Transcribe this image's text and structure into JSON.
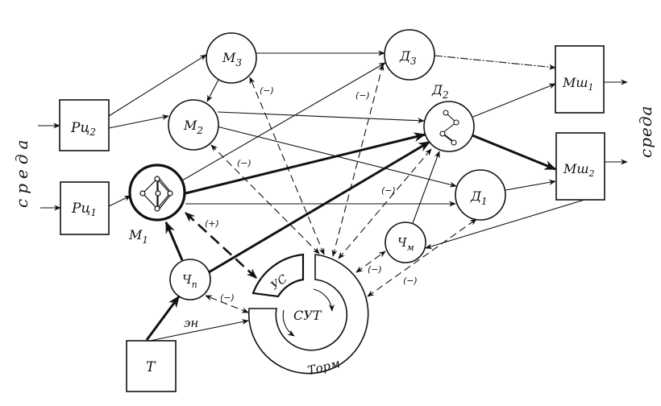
{
  "figure": {
    "type": "functional-system-block-diagram",
    "left_side_label": "среда",
    "right_side_label": "среда"
  },
  "nodes": [
    {
      "id": "rc2",
      "label": "Рц",
      "sub": "2",
      "shape": "box"
    },
    {
      "id": "rc1",
      "label": "Рц",
      "sub": "1",
      "shape": "box"
    },
    {
      "id": "m3",
      "label": "М",
      "sub": "3",
      "shape": "circle"
    },
    {
      "id": "m2",
      "label": "М",
      "sub": "2",
      "shape": "circle"
    },
    {
      "id": "m1",
      "label": "М",
      "sub": "1",
      "shape": "circle-thick",
      "inner_icon": "diamond-graph"
    },
    {
      "id": "d3",
      "label": "Д",
      "sub": "3",
      "shape": "circle"
    },
    {
      "id": "d2",
      "label": "Д",
      "sub": "2",
      "shape": "circle",
      "inner_icon": "zigzag-graph"
    },
    {
      "id": "d1",
      "label": "Д",
      "sub": "1",
      "shape": "circle"
    },
    {
      "id": "msh1",
      "label": "Мш",
      "sub": "1",
      "shape": "box"
    },
    {
      "id": "msh2",
      "label": "Мш",
      "sub": "2",
      "shape": "box"
    },
    {
      "id": "chp",
      "label": "Ч",
      "sub": "п",
      "shape": "circle"
    },
    {
      "id": "chm",
      "label": "Ч",
      "sub": "м",
      "shape": "circle"
    },
    {
      "id": "t",
      "label": "Т",
      "sub": "",
      "shape": "box"
    },
    {
      "id": "sut",
      "label": "СУТ",
      "shape": "ring-center"
    },
    {
      "id": "us",
      "label": "УС",
      "shape": "ring-segment"
    },
    {
      "id": "torm",
      "label": "Торм",
      "shape": "ring-segment"
    }
  ],
  "edges": [
    {
      "from": "env-left",
      "to": "rc2",
      "style": "solid"
    },
    {
      "from": "env-left",
      "to": "rc1",
      "style": "solid"
    },
    {
      "from": "rc2",
      "to": "m3",
      "style": "solid"
    },
    {
      "from": "rc2",
      "to": "m2",
      "style": "solid"
    },
    {
      "from": "rc1",
      "to": "m1",
      "style": "solid"
    },
    {
      "from": "m3",
      "to": "m2",
      "style": "solid"
    },
    {
      "from": "m3",
      "to": "d3",
      "style": "solid"
    },
    {
      "from": "m2",
      "to": "d2",
      "style": "solid"
    },
    {
      "from": "m2",
      "to": "d1",
      "style": "solid"
    },
    {
      "from": "m1",
      "to": "d3",
      "style": "solid"
    },
    {
      "from": "m1",
      "to": "d2",
      "style": "bold"
    },
    {
      "from": "m1",
      "to": "d1",
      "style": "solid"
    },
    {
      "from": "d3",
      "to": "msh1",
      "style": "solid"
    },
    {
      "from": "d2",
      "to": "msh1",
      "style": "solid"
    },
    {
      "from": "d2",
      "to": "msh2",
      "style": "bold"
    },
    {
      "from": "d1",
      "to": "msh2",
      "style": "solid"
    },
    {
      "from": "msh1",
      "to": "env-right",
      "style": "solid"
    },
    {
      "from": "msh2",
      "to": "env-right",
      "style": "solid"
    },
    {
      "from": "msh2",
      "to": "chm",
      "style": "solid"
    },
    {
      "from": "chm",
      "to": "d2",
      "style": "solid"
    },
    {
      "from": "chp",
      "to": "m1",
      "style": "bold"
    },
    {
      "from": "chp",
      "to": "d2",
      "style": "bold"
    },
    {
      "from": "t",
      "to": "chp",
      "style": "bold"
    },
    {
      "from": "t",
      "to": "torm",
      "style": "solid",
      "label": "эн"
    },
    {
      "from": "sut",
      "to": "m1",
      "style": "dashed-bold",
      "label": "(+)"
    },
    {
      "from": "sut",
      "to": "m2",
      "style": "dashed",
      "label": "(−)"
    },
    {
      "from": "sut",
      "to": "m3",
      "style": "dashed",
      "label": "(−)"
    },
    {
      "from": "sut",
      "to": "d3",
      "style": "dashed",
      "label": "(−)"
    },
    {
      "from": "sut",
      "to": "d2",
      "style": "dashed",
      "label": "(−)"
    },
    {
      "from": "sut",
      "to": "chp",
      "style": "dashed",
      "label": "(−)"
    },
    {
      "from": "sut",
      "to": "chm",
      "style": "dashed",
      "label": "(−)"
    },
    {
      "from": "sut",
      "to": "d1",
      "style": "dashed",
      "label": "(−)"
    }
  ],
  "edge_labels": {
    "plus": "(+)",
    "minus": "(−)",
    "energy": "эн"
  }
}
